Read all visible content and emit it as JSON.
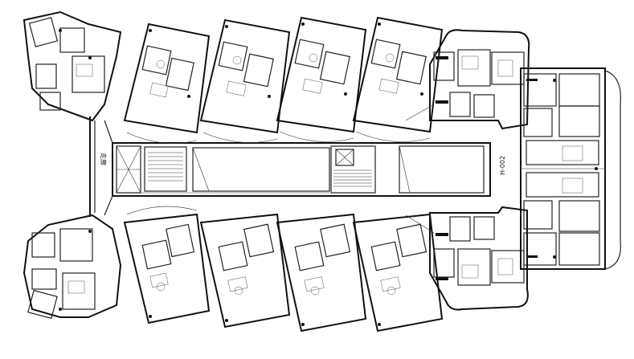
{
  "drawing": {
    "type": "architectural floor plan",
    "level_label": "H-002",
    "side_label": "走廊"
  },
  "units": {
    "top_row_count": 5,
    "bottom_row_count": 5,
    "left_end_units": 2,
    "right_end_units": 4
  }
}
